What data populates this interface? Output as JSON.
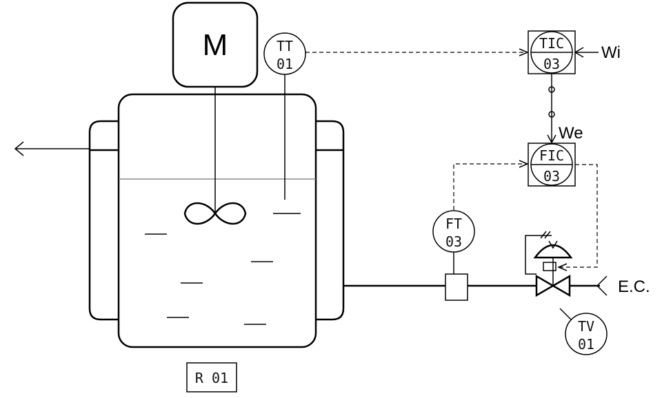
{
  "motor": {
    "label": "M"
  },
  "instruments": {
    "tt": {
      "code": "TT",
      "num": "01"
    },
    "tic": {
      "code": "TIC",
      "num": "03"
    },
    "fic": {
      "code": "FIC",
      "num": "03"
    },
    "ft": {
      "code": "FT",
      "num": "03"
    },
    "tv": {
      "code": "TV",
      "num": "01"
    }
  },
  "signals": {
    "wi": "Wi",
    "we": "We"
  },
  "line_labels": {
    "ec": "E.C."
  },
  "equipment": {
    "reactor_tag": "R 01"
  }
}
